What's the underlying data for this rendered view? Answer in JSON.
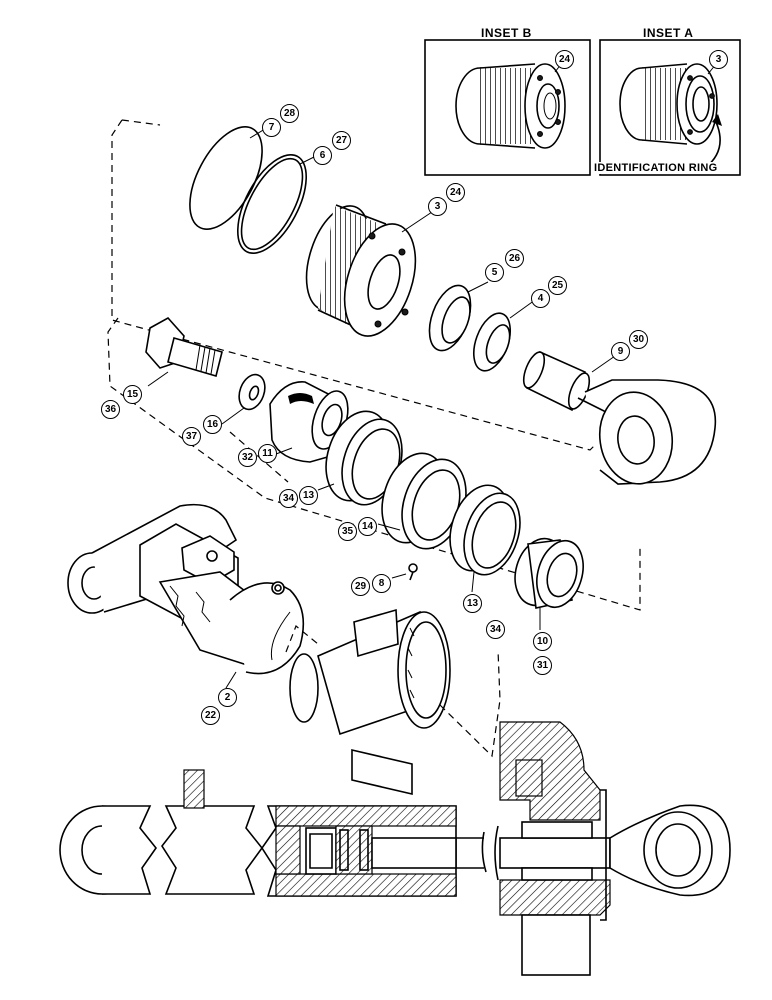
{
  "insets": {
    "b": {
      "title": "INSET B",
      "callout": "24"
    },
    "a": {
      "title": "INSET A",
      "callout": "3",
      "note": "IDENTIFICATION RING"
    }
  },
  "callouts": {
    "c7": "7",
    "c28": "28",
    "c6": "6",
    "c27": "27",
    "c3": "3",
    "c24": "24",
    "c5": "5",
    "c26": "26",
    "c4": "4",
    "c25": "25",
    "c9": "9",
    "c30": "30",
    "c15": "15",
    "c36": "36",
    "c16": "16",
    "c37": "37",
    "c11": "11",
    "c32": "32",
    "c13a": "13",
    "c34a": "34",
    "c14": "14",
    "c35": "35",
    "c8": "8",
    "c29": "29",
    "c13b": "13",
    "c34b": "34",
    "c10": "10",
    "c31": "31",
    "c2": "2",
    "c22": "22"
  }
}
